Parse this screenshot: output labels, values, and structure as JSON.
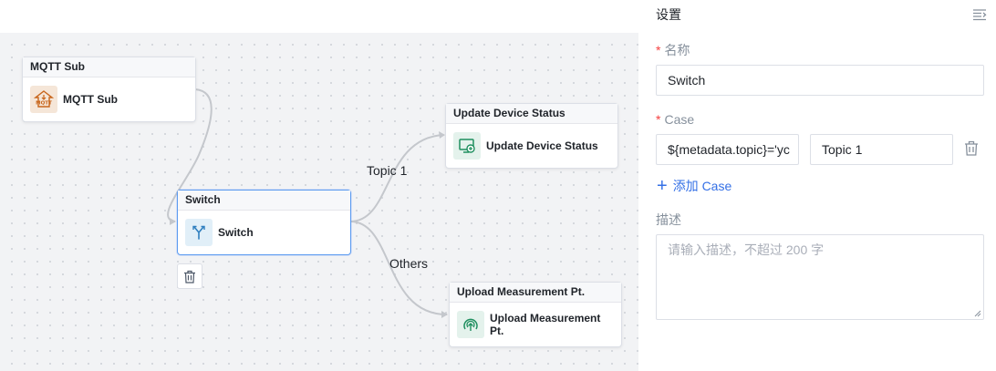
{
  "canvas": {
    "nodes": {
      "mqtt_sub": {
        "header": "MQTT Sub",
        "label": "MQTT Sub",
        "icon": "mqtt-icon"
      },
      "switch": {
        "header": "Switch",
        "label": "Switch",
        "icon": "switch-branch-icon"
      },
      "update_device_status": {
        "header": "Update Device Status",
        "label": "Update Device Status",
        "icon": "device-status-icon"
      },
      "upload_measurement": {
        "header": "Upload Measurement Pt.",
        "label": "Upload Measurement Pt.",
        "icon": "measurement-upload-icon"
      }
    },
    "edges": {
      "topic1_label": "Topic 1",
      "others_label": "Others"
    }
  },
  "panel": {
    "title": "设置",
    "name_field": {
      "label": "名称",
      "value": "Switch"
    },
    "case_field": {
      "label": "Case",
      "condition_value": "${metadata.topic}='yc",
      "output_value": "Topic 1"
    },
    "add_case_label": "添加 Case",
    "description_field": {
      "label": "描述",
      "placeholder": "请输入描述，不超过 200 字"
    }
  },
  "colors": {
    "accent": "#3470e6",
    "required": "#f53f3f",
    "selected_border": "#5b9bf0",
    "mqtt_icon": "#c8651b",
    "node_green": "#1f8f5f"
  }
}
